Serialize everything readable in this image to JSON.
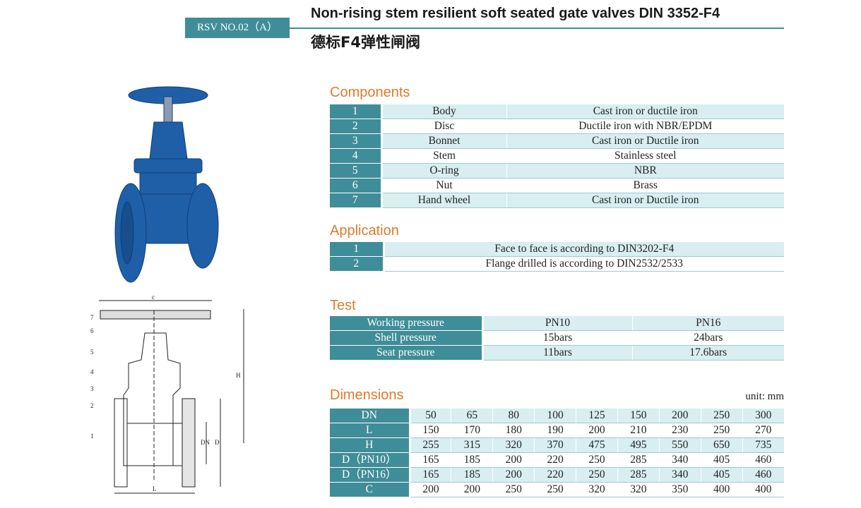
{
  "header": {
    "badge": "RSV NO.02（A）",
    "title": "Non-rising stem resilient soft seated gate valves DIN 3352-F4",
    "subtitle_cn": "德标F4弹性闸阀"
  },
  "components": {
    "heading": "Components",
    "rows": [
      {
        "no": "1",
        "part": "Body",
        "material": "Cast iron or ductile iron"
      },
      {
        "no": "2",
        "part": "Disc",
        "material": "Ductile iron with NBR/EPDM"
      },
      {
        "no": "3",
        "part": "Bonnet",
        "material": "Cast iron or Ductile iron"
      },
      {
        "no": "4",
        "part": "Stem",
        "material": "Stainless steel"
      },
      {
        "no": "5",
        "part": "O-ring",
        "material": "NBR"
      },
      {
        "no": "6",
        "part": "Nut",
        "material": "Brass"
      },
      {
        "no": "7",
        "part": "Hand wheel",
        "material": "Cast iron or Ductile iron"
      }
    ]
  },
  "application": {
    "heading": "Application",
    "rows": [
      {
        "no": "1",
        "text": "Face to face is according to DIN3202-F4"
      },
      {
        "no": "2",
        "text": "Flange drilled is according to DIN2532/2533"
      }
    ]
  },
  "test": {
    "heading": "Test",
    "rows": [
      {
        "label": "Working pressure",
        "pn10": "PN10",
        "pn16": "PN16"
      },
      {
        "label": "Shell pressure",
        "pn10": "15bars",
        "pn16": "24bars"
      },
      {
        "label": "Seat pressure",
        "pn10": "11bars",
        "pn16": "17.6bars"
      }
    ]
  },
  "dimensions": {
    "heading": "Dimensions",
    "unit": "unit: mm",
    "rows": [
      {
        "label": "DN",
        "values": [
          "50",
          "65",
          "80",
          "100",
          "125",
          "150",
          "200",
          "250",
          "300"
        ]
      },
      {
        "label": "L",
        "values": [
          "150",
          "170",
          "180",
          "190",
          "200",
          "210",
          "230",
          "250",
          "270"
        ]
      },
      {
        "label": "H",
        "values": [
          "255",
          "315",
          "320",
          "370",
          "475",
          "495",
          "550",
          "650",
          "735"
        ]
      },
      {
        "label": "D（PN10）",
        "values": [
          "165",
          "185",
          "200",
          "220",
          "250",
          "285",
          "340",
          "405",
          "460"
        ]
      },
      {
        "label": "D（PN16）",
        "values": [
          "165",
          "185",
          "200",
          "220",
          "250",
          "285",
          "340",
          "405",
          "460"
        ]
      },
      {
        "label": "C",
        "values": [
          "200",
          "200",
          "250",
          "250",
          "320",
          "320",
          "350",
          "400",
          "400"
        ]
      }
    ]
  },
  "drawing": {
    "labels": {
      "c": "c",
      "H": "H",
      "DN": "DN",
      "D": "D",
      "L": "L"
    },
    "callouts": [
      "1",
      "2",
      "3",
      "4",
      "5",
      "6",
      "7"
    ]
  },
  "colors": {
    "teal": "#3f8d98",
    "orange": "#e07a2a",
    "valve_blue": "#1f5fa8"
  }
}
